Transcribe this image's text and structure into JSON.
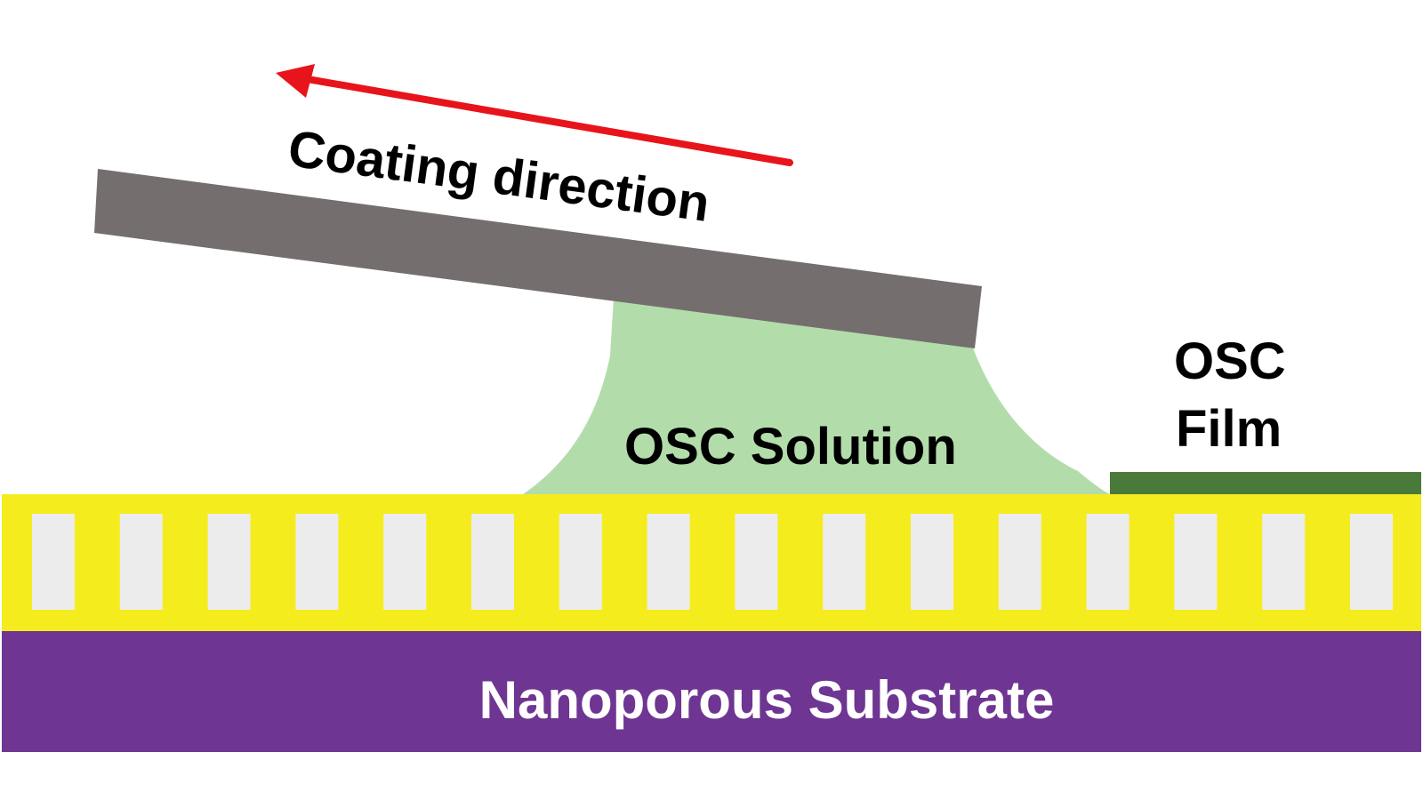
{
  "diagram": {
    "labels": {
      "coating_direction": "Coating direction",
      "osc_solution": "OSC Solution",
      "osc_film_line1": "OSC",
      "osc_film_line2": "Film",
      "substrate": "Nanoporous Substrate"
    },
    "pore_count": 16,
    "colors": {
      "arrow": "#e8141b",
      "blade": "#746e6f",
      "solution": "#b3dcab",
      "film": "#4a7a3a",
      "porous_layer": "#f5ec1e",
      "pores": "#ececec",
      "substrate": "#6e3592",
      "substrate_text": "#ffffff",
      "label_text": "#000000"
    },
    "icons": {
      "arrow": "arrow-left-icon"
    }
  }
}
